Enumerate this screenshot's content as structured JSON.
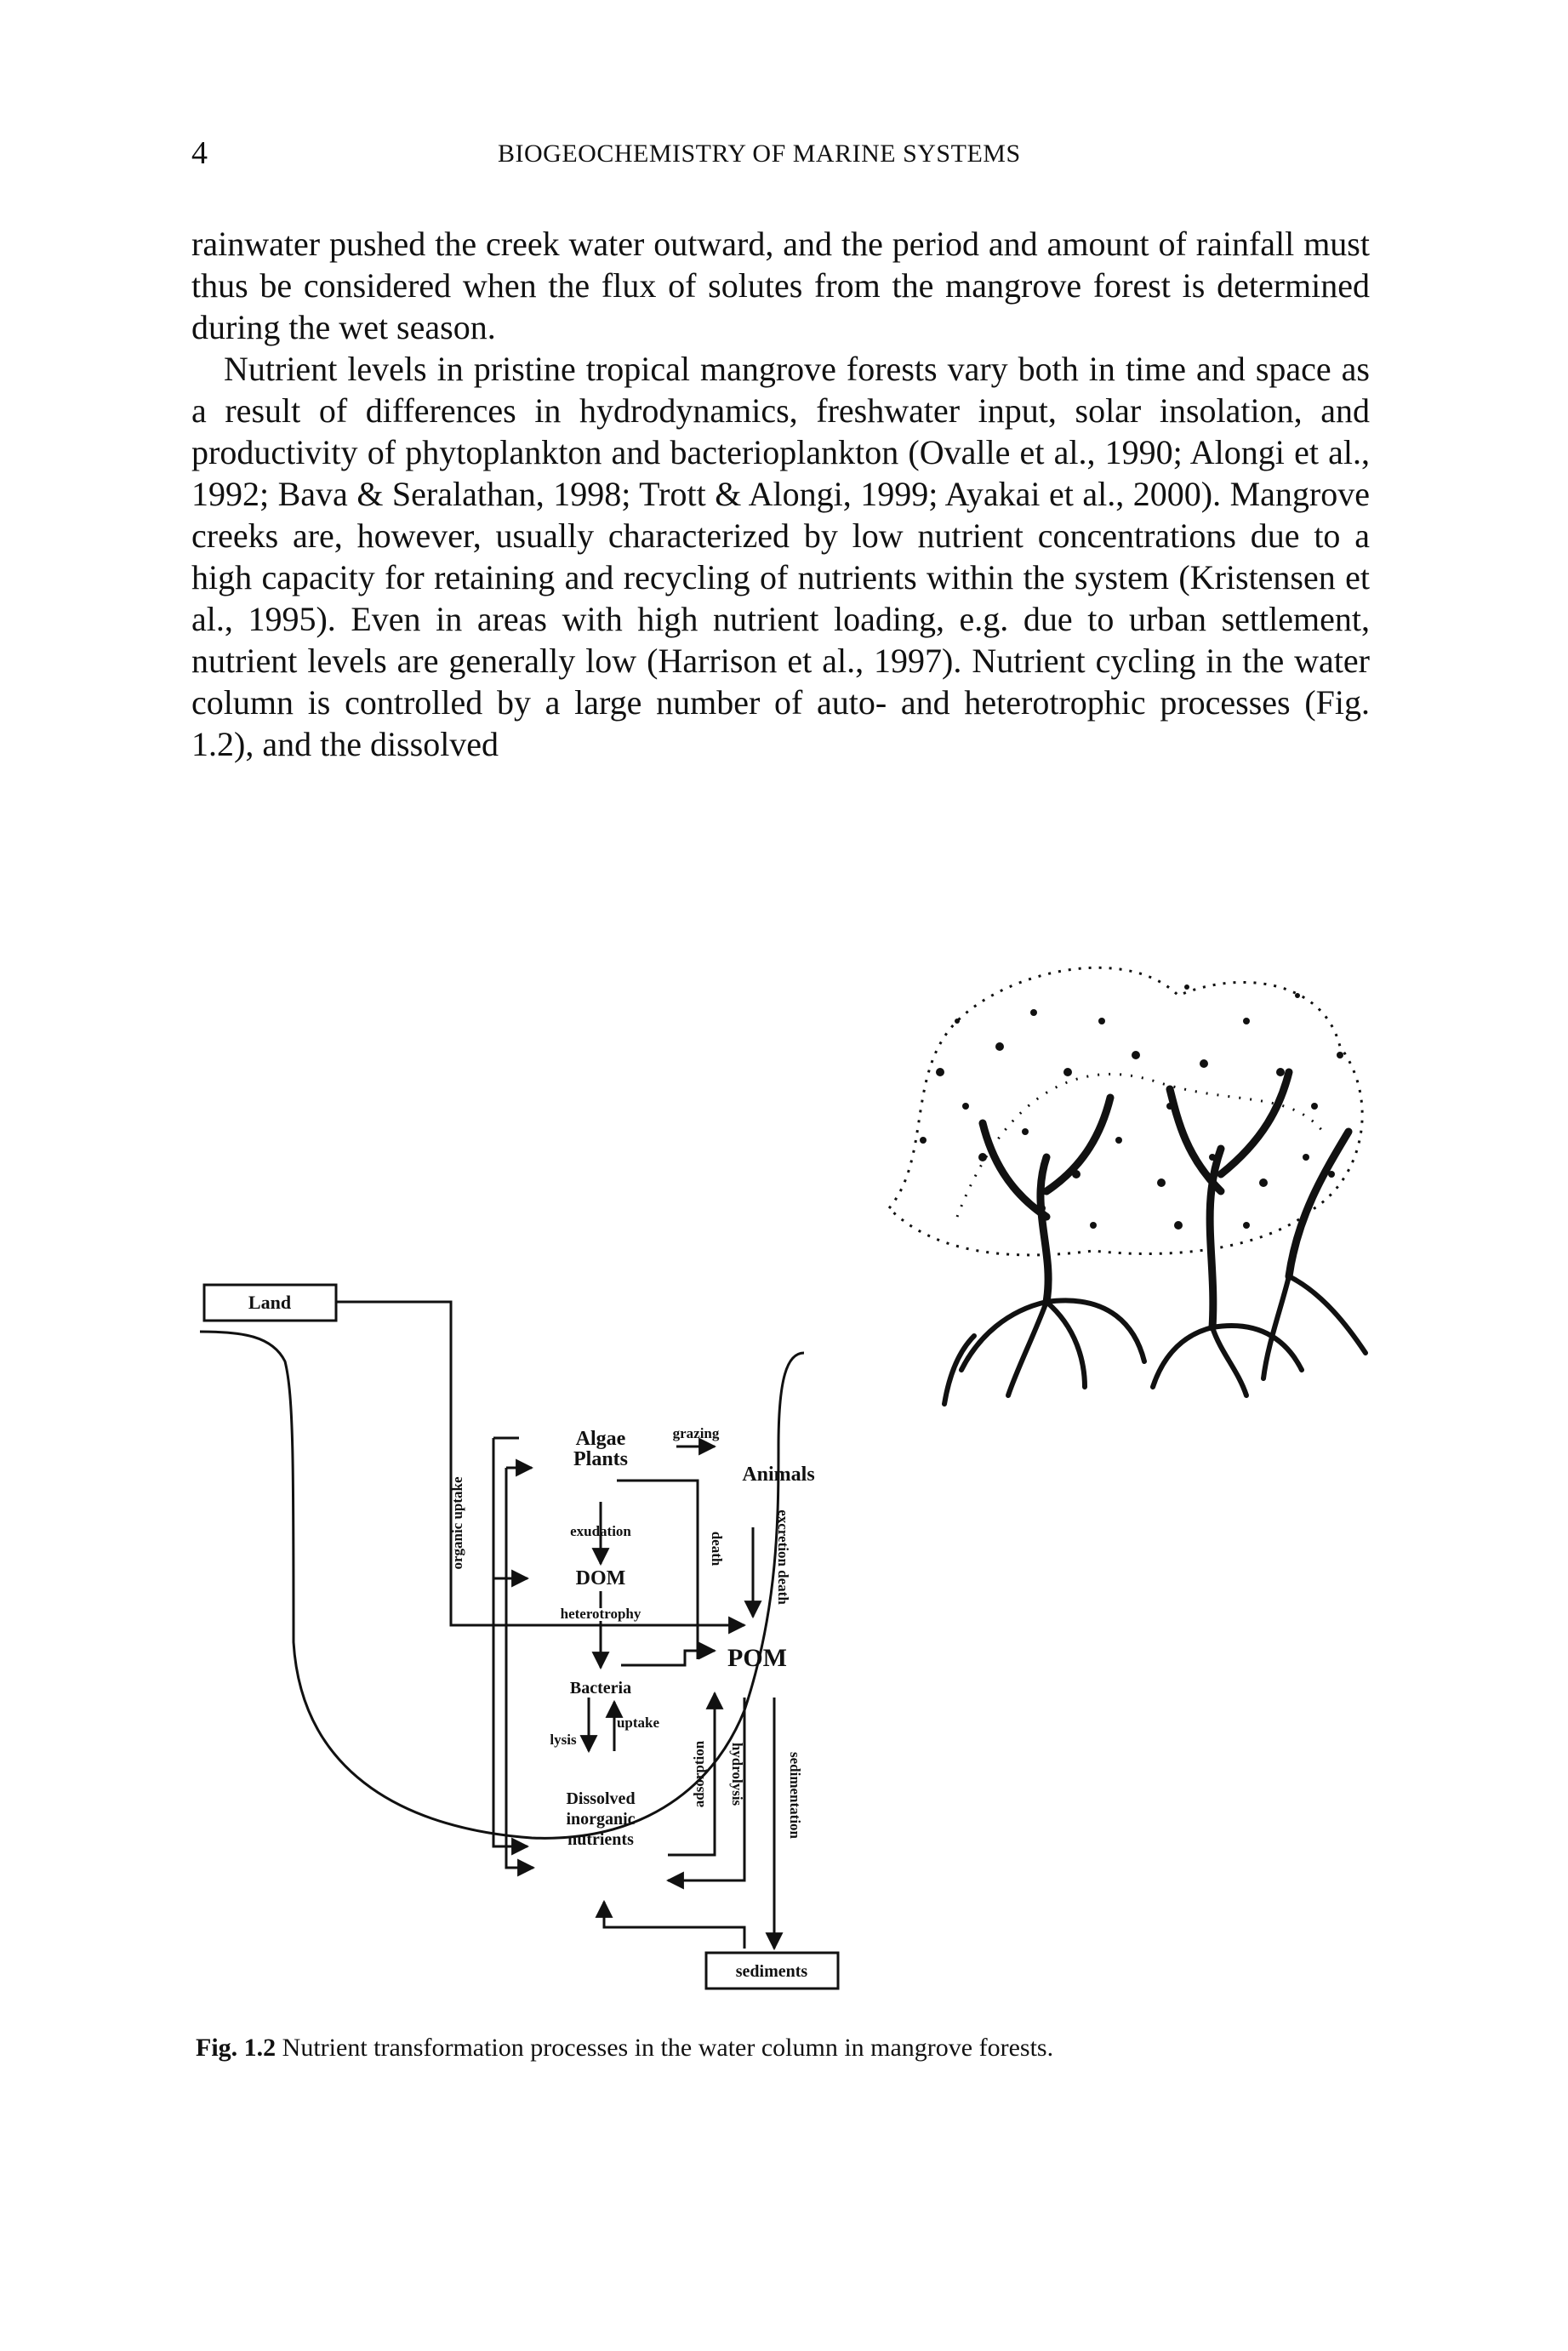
{
  "header": {
    "page_number": "4",
    "running_head": "BIOGEOCHEMISTRY OF MARINE SYSTEMS"
  },
  "paragraphs": [
    "rainwater pushed the creek water outward, and the period and amount of rainfall must thus be considered when the flux of solutes from the mangrove forest is determined during the wet season.",
    "Nutrient levels in pristine tropical mangrove forests vary both in time and space as a result of differences in hydrodynamics, freshwater input, solar insolation, and productivity of phytoplankton and bacterioplankton (Ovalle et al., 1990; Alongi et al., 1992; Bava & Seralathan, 1998; Trott & Alongi, 1999; Ayakai et al., 2000). Mangrove creeks are, however, usually characterized by low nutrient concentrations due to a high capacity for retaining and recycling of nutrients within the system (Kristensen et al., 1995). Even in areas with high nutrient loading, e.g. due to urban settlement, nutrient levels are generally low (Harrison et al., 1997). Nutrient cycling in the water column is controlled by a large number of auto- and heterotrophic processes (Fig. 1.2), and the dissolved"
  ],
  "figure": {
    "labels": {
      "land": "Land",
      "algae": "Algae",
      "plants": "Plants",
      "grazing": "grazing",
      "animals": "Animals",
      "exudation": "exudation",
      "dom": "DOM",
      "heterotrophy": "heterotrophy",
      "pom": "POM",
      "bacteria": "Bacteria",
      "lysis": "lysis",
      "uptake": "uptake",
      "dissolved": "Dissolved",
      "inorganic": "inorganic",
      "nutrients": "nutrients",
      "sediments": "sediments",
      "organic_uptake": "organic uptake",
      "death": "death",
      "excretion_death": "excretion death",
      "adsorption": "adsorption",
      "hydrolysis": "hydrolysis",
      "sedimentation": "sedimentation"
    }
  },
  "caption": {
    "label": "Fig. 1.2",
    "text": "Nutrient transformation processes in the water column in mangrove forests."
  }
}
